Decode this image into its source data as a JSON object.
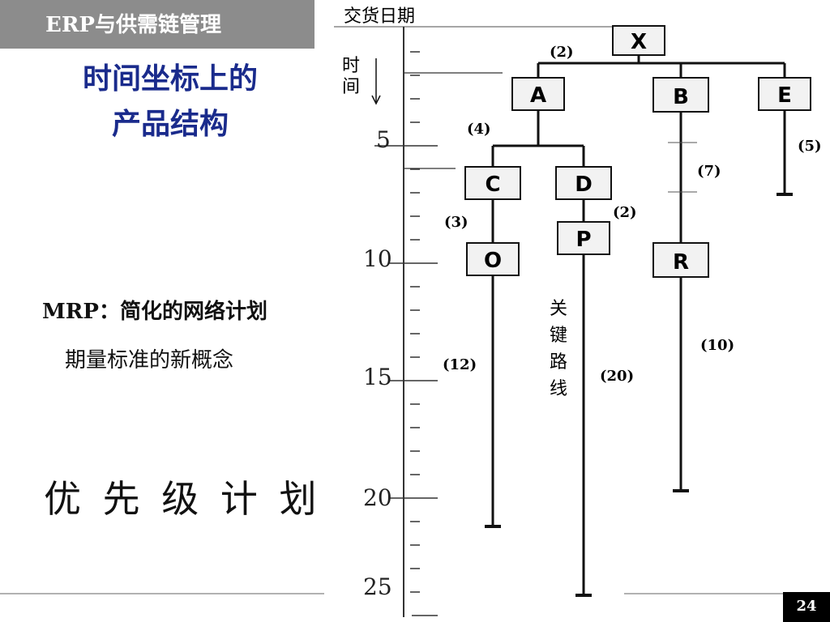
{
  "header": {
    "title": "ERP与供需链管理"
  },
  "subtitle_lines": [
    "时间坐标上的",
    "产品结构"
  ],
  "mrp_line": "MRP：简化的网络计划",
  "lamp_line": "期量标准的新概念",
  "priority_heading": "优 先 级 计 划",
  "axis": {
    "title": "交货日期",
    "direction_label": "时间",
    "tick_labels": [
      "5",
      "10",
      "15",
      "20",
      "25"
    ]
  },
  "diagram": {
    "boxes": {
      "X": "X",
      "A": "A",
      "B": "B",
      "E": "E",
      "C": "C",
      "D": "D",
      "O": "O",
      "P": "P",
      "R": "R"
    },
    "lead_times": {
      "x_to_a": "(2)",
      "a_to_cd": "(4)",
      "e": "(5)",
      "b": "(7)",
      "d_to_p": "(2)",
      "c_to_o": "(3)",
      "r": "(10)",
      "o": "(12)",
      "p": "(20)"
    },
    "critical_path_label": "关键路线"
  },
  "page_number": "24"
}
